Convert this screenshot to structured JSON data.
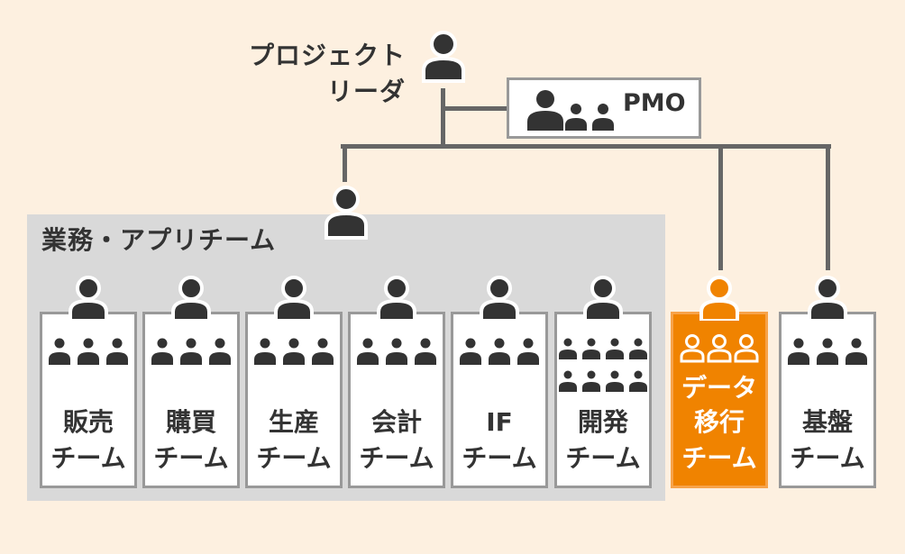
{
  "colors": {
    "background": "#fdf0e0",
    "group_background": "#d9d9d9",
    "connector": "#666666",
    "card_border": "#999999",
    "text": "#333333",
    "highlight": "#f08300",
    "highlight_border": "#f7a34a"
  },
  "leader": {
    "label_line1": "プロジェクト",
    "label_line2": "リーダ",
    "icon": "person-icon"
  },
  "pmo": {
    "label": "PMO",
    "icons": [
      "person-icon",
      "small-person-icon",
      "small-person-icon"
    ]
  },
  "group": {
    "title": "業務・アプリチーム",
    "leader_icon": "person-icon"
  },
  "teams": [
    {
      "line1": "販売",
      "line2": "チーム",
      "members": 3,
      "highlighted": false,
      "in_group": true
    },
    {
      "line1": "購買",
      "line2": "チーム",
      "members": 3,
      "highlighted": false,
      "in_group": true
    },
    {
      "line1": "生産",
      "line2": "チーム",
      "members": 3,
      "highlighted": false,
      "in_group": true
    },
    {
      "line1": "会計",
      "line2": "チーム",
      "members": 3,
      "highlighted": false,
      "in_group": true
    },
    {
      "line1": "IF",
      "line2": "チーム",
      "members": 3,
      "highlighted": false,
      "in_group": true
    },
    {
      "line1": "開発",
      "line2": "チーム",
      "members": 8,
      "highlighted": false,
      "in_group": true
    },
    {
      "line0": "データ",
      "line1": "移行",
      "line2": "チーム",
      "members": 3,
      "highlighted": true,
      "in_group": false
    },
    {
      "line1": "基盤",
      "line2": "チーム",
      "members": 3,
      "highlighted": false,
      "in_group": false
    }
  ]
}
